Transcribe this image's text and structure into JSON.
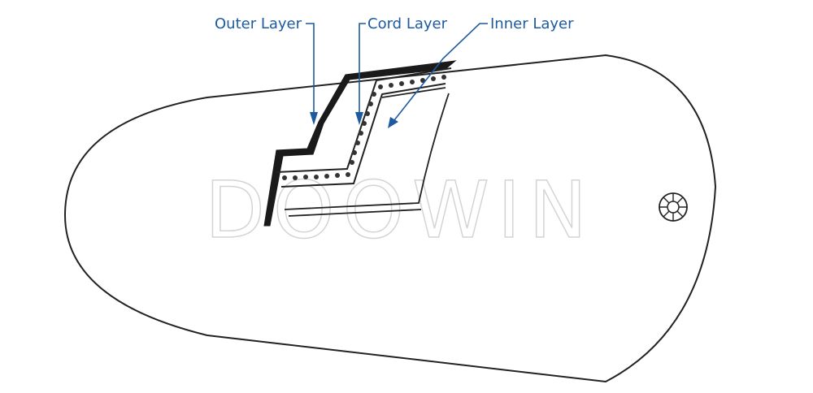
{
  "labels": {
    "outer": "Outer Layer",
    "cord": "Cord Layer",
    "inner": "Inner Layer"
  },
  "watermark": "DOOWIN",
  "colors": {
    "label": "#1d5aa0",
    "leader": "#1d5aa0",
    "outline": "#222222",
    "watermark_stroke": "#d4d4d4"
  },
  "icons": {
    "end_fitting": "rosette-icon"
  }
}
